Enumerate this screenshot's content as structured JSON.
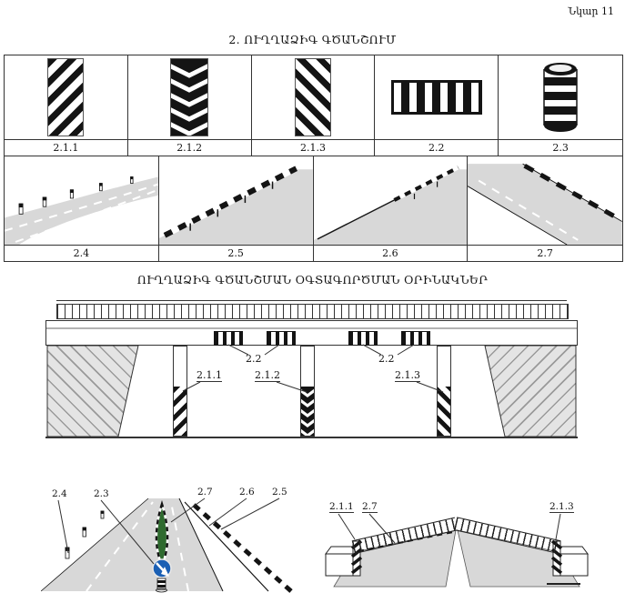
{
  "page": {
    "figure_ref": "Նկար 11",
    "section_title": "2. ՈՒՂՂԱՁԻԳ ԳԾԱՆՇՈՒՄ",
    "examples_title": "ՈՒՂՂԱՁԻԳ ԳԾԱՆՇՄԱՆ ՕԳՏԱԳՈՐԾՄԱՆ ՕՐԻՆԱԿՆԵՐ"
  },
  "colors": {
    "road_gray": "#d8d8d8",
    "stripe_black": "#141414",
    "sign_blue": "#1a5fb4",
    "island_green": "#2f6b2f"
  },
  "marking_table": {
    "pattern_labels": [
      "2.1.1",
      "2.1.2",
      "2.1.3",
      "2.2",
      "2.3"
    ],
    "scene_labels": [
      "2.4",
      "2.5",
      "2.6",
      "2.7"
    ]
  },
  "bridge_example": {
    "labels": {
      "beam_left": "2.2",
      "beam_right": "2.2",
      "pier_left": "2.1.1",
      "pier_middle": "2.1.2",
      "pier_right": "2.1.3"
    }
  },
  "road_example": {
    "labels": {
      "delineator": "2.4",
      "bollard": "2.3",
      "island_kerb": "2.7",
      "thin_rail": "2.6",
      "guardrail": "2.5"
    }
  },
  "bridge_entry_example": {
    "labels": {
      "left_column": "2.1.1",
      "kerb": "2.7",
      "right_column": "2.1.3"
    }
  }
}
